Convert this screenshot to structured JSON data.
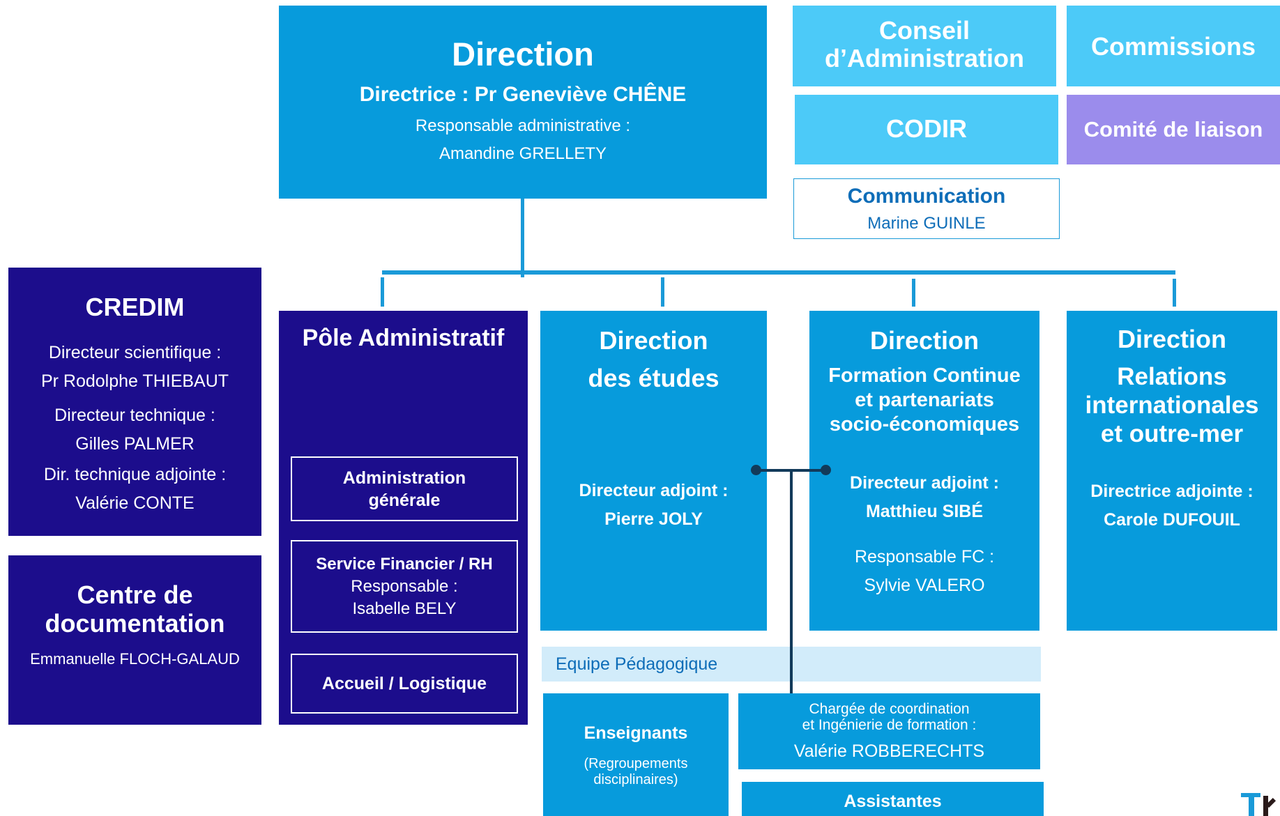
{
  "direction": {
    "title": "Direction",
    "director": "Directrice : Pr Geneviève CHÊNE",
    "admin_label": "Responsable administrative :",
    "admin_name": "Amandine GRELLETY"
  },
  "conseil": {
    "line1": "Conseil",
    "line2": "d’Administration"
  },
  "commissions": "Commissions",
  "codir": "CODIR",
  "comite": "Comité de liaison",
  "communication": {
    "title": "Communication",
    "name": "Marine GUINLE"
  },
  "credim": {
    "title": "CREDIM",
    "l1": "Directeur scientifique :",
    "l2": "Pr Rodolphe THIEBAUT",
    "l3": "Directeur technique :",
    "l4": "Gilles PALMER",
    "l5": "Dir. technique adjointe :",
    "l6": "Valérie CONTE"
  },
  "centre": {
    "title1": "Centre de",
    "title2": "documentation",
    "name": "Emmanuelle FLOCH-GALAUD"
  },
  "pole": {
    "title": "Pôle Administratif",
    "admin1": "Administration",
    "admin2": "générale",
    "fin_title": "Service Financier / RH",
    "fin_label": "Responsable :",
    "fin_name": "Isabelle BELY",
    "accueil": "Accueil / Logistique"
  },
  "etudes": {
    "title1": "Direction",
    "title2": "des études",
    "adj_label": "Directeur adjoint :",
    "adj_name": "Pierre JOLY"
  },
  "formation": {
    "title": "Direction",
    "sub1": "Formation Continue",
    "sub2": "et partenariats",
    "sub3": "socio-économiques",
    "adj_label": "Directeur adjoint :",
    "adj_name": "Matthieu SIBÉ",
    "resp_label": "Responsable FC :",
    "resp_name": "Sylvie VALERO"
  },
  "relations": {
    "title": "Direction",
    "sub1": "Relations",
    "sub2": "internationales",
    "sub3": "et outre-mer",
    "adj_label": "Directrice adjointe :",
    "adj_name": "Carole DUFOUIL"
  },
  "equipe": "Equipe Pédagogique",
  "enseignants": {
    "title": "Enseignants",
    "sub1": "(Regroupements",
    "sub2": "disciplinaires)"
  },
  "chargee": {
    "l1": "Chargée de coordination",
    "l2": "et Ingénierie de formation :",
    "name": "Valérie ROBBERECHTS"
  },
  "assistantes": "Assistantes"
}
